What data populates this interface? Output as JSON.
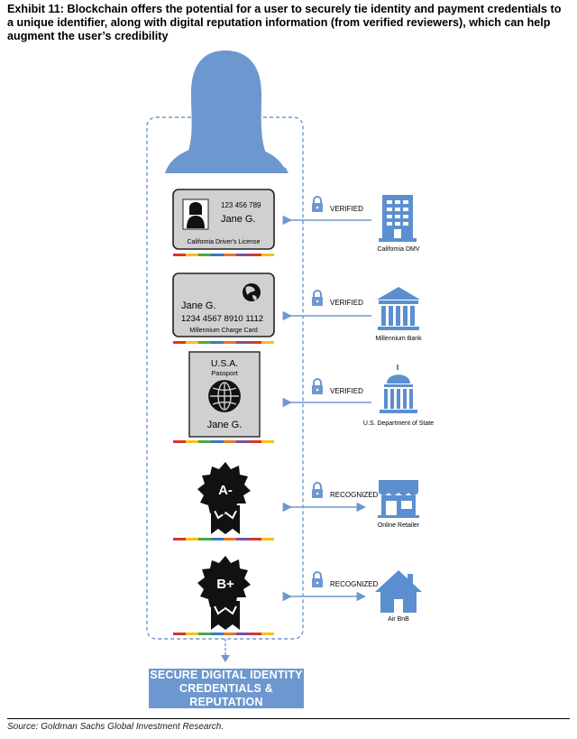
{
  "title": "Exhibit 11: Blockchain offers the potential for a user to securely tie identity and payment credentials to a unique identifier, along with digital reputation information (from verified reviewers), which can help augment the user’s credibility",
  "cards": {
    "license": {
      "number": "123 456 789",
      "name": "Jane G.",
      "label": "California Driver's License"
    },
    "charge": {
      "name": "Jane G.",
      "number": "1234 4567 8910 1112",
      "label": "Millennium Charge Card"
    },
    "passport": {
      "country": "U.S.A.",
      "type": "Passport",
      "name": "Jane G."
    },
    "badge1": {
      "grade": "A-"
    },
    "badge2": {
      "grade": "B+"
    }
  },
  "rows": [
    {
      "status": "VERIFIED",
      "entity": "California DMV",
      "icon": "building-icon"
    },
    {
      "status": "VERIFIED",
      "entity": "Millennium Bank",
      "icon": "bank-icon"
    },
    {
      "status": "VERIFIED",
      "entity": "U.S. Department of State",
      "icon": "capitol-icon"
    },
    {
      "status": "RECOGNIZED",
      "entity": "Online Retailer",
      "icon": "storefront-icon"
    },
    {
      "status": "RECOGNIZED",
      "entity": "Air BnB",
      "icon": "house-icon"
    }
  ],
  "result": {
    "line1": "SECURE DIGITAL IDENTITY",
    "line2": "CREDENTIALS & REPUTATION"
  },
  "source": "Source: Goldman Sachs Global Investment Research.",
  "colors": {
    "accent": "#6d97cf",
    "card_fill": "#d0d0d0",
    "icon_blue": "#5b8fd0"
  }
}
